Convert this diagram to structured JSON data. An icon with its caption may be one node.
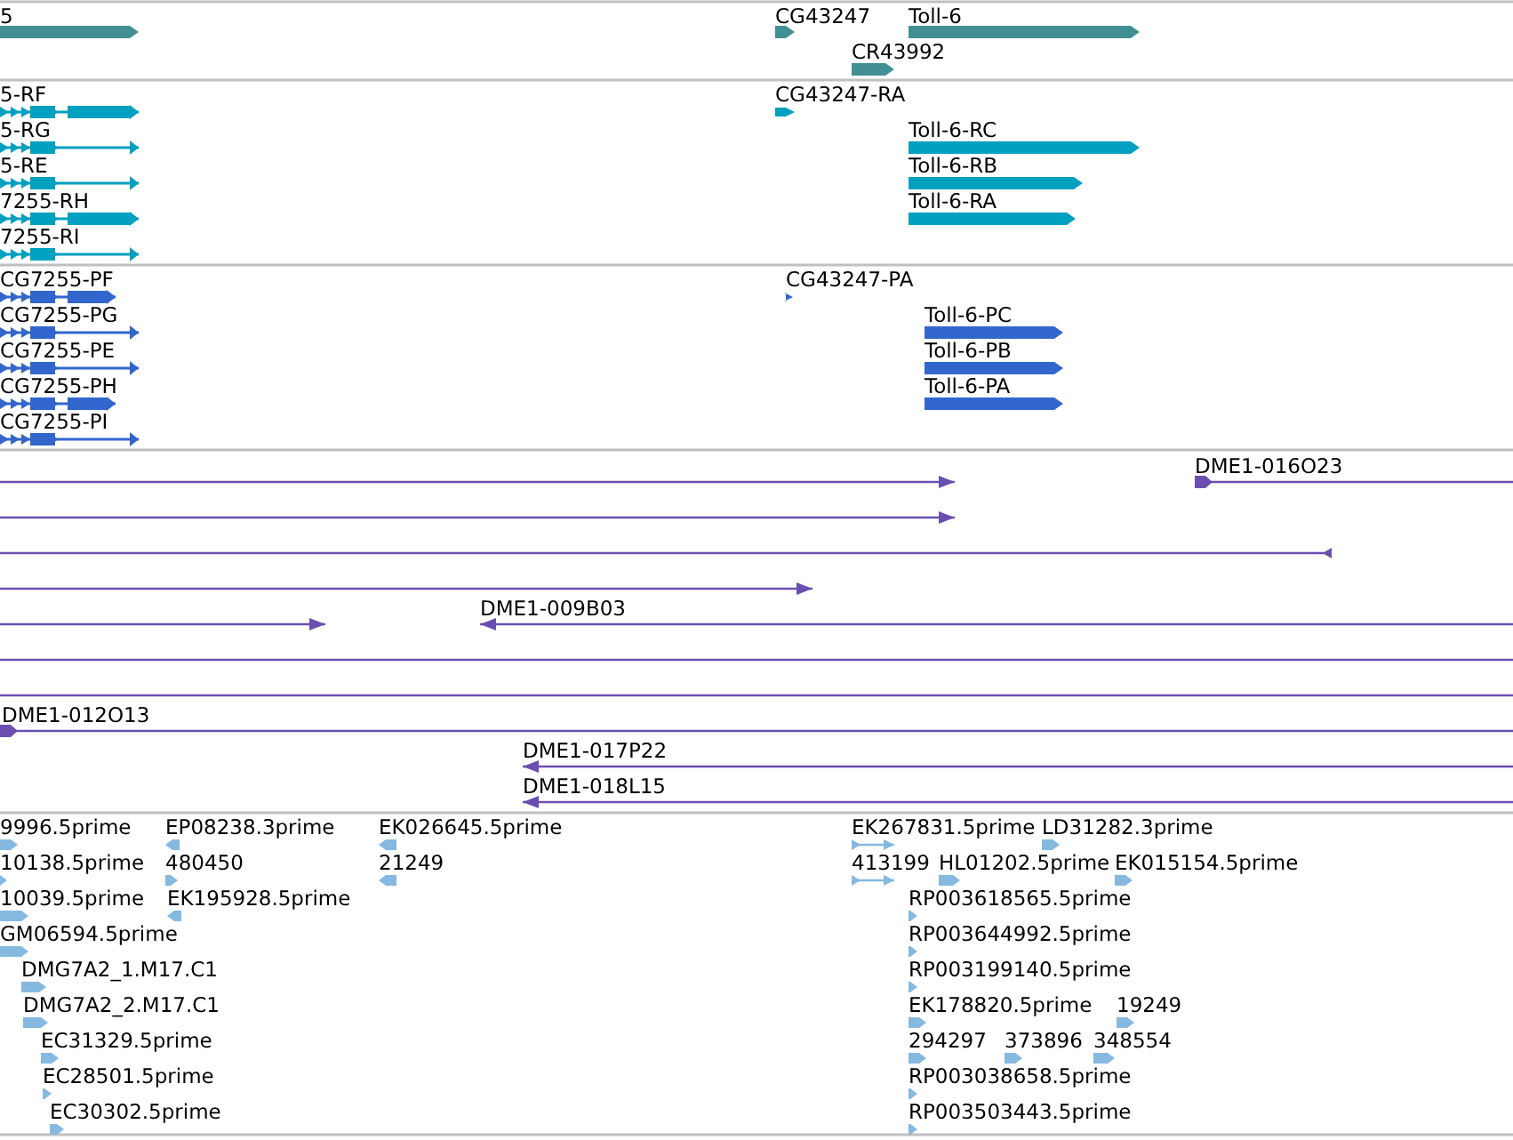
{
  "diagram": {
    "labels": [
      "5",
      "CG43247",
      "Toll-6",
      "CR43992",
      "5-RF",
      "CG43247-RA",
      "5-RG",
      "Toll-6-RC",
      "5-RE",
      "Toll-6-RB",
      "7255-RH",
      "Toll-6-RA",
      "7255-RI",
      "CG7255-PF",
      "CG43247-PA",
      "CG7255-PG",
      "Toll-6-PC",
      "CG7255-PE",
      "Toll-6-PB",
      "CG7255-PH",
      "Toll-6-PA",
      "CG7255-PI",
      "DME1-016O23",
      "DME1-009B03",
      "DME1-012O13",
      "DME1-017P22",
      "DME1-018L15",
      "9996.5prime",
      "EP08238.3prime",
      "EK026645.5prime",
      "EK267831.5prime",
      "LD31282.3prime",
      "10138.5prime",
      "480450",
      "21249",
      "413199",
      "HL01202.5prime",
      "EK015154.5prime",
      "10039.5prime",
      "EK195928.5prime",
      "RP003618565.5prime",
      "GM06594.5prime",
      "RP003644992.5prime",
      "DMG7A2_1.M17.C1",
      "RP003199140.5prime",
      "DMG7A2_2.M17.C1",
      "EK178820.5prime",
      "19249",
      "EC31329.5prime",
      "294297",
      "373896",
      "348554",
      "EC28501.5prime",
      "RP003038658.5prime",
      "EC30302.5prime",
      "RP003503443.5prime"
    ]
  }
}
